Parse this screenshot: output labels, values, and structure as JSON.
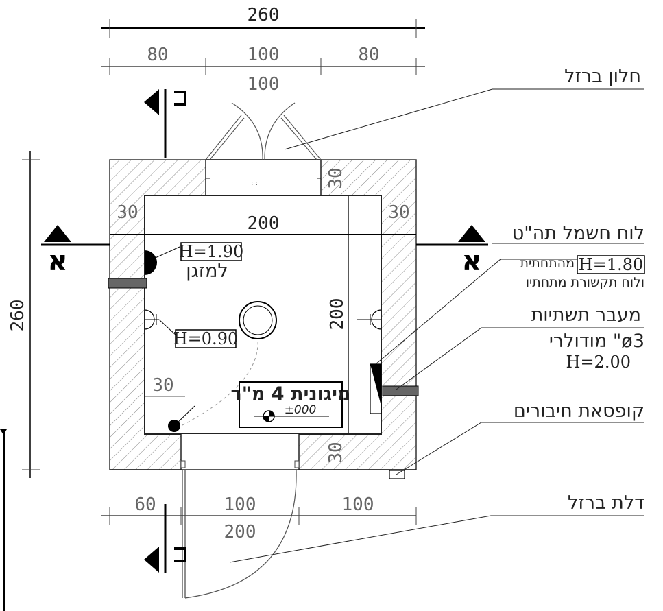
{
  "dimensions": {
    "top_overall": "260",
    "top_left": "80",
    "top_mid": "100",
    "top_right": "80",
    "window_width": "100",
    "left_overall": "260",
    "inner_width": "200",
    "inner_height": "200",
    "wall_top_right": "30",
    "wall_left": "30",
    "wall_right": "30",
    "wall_bottom_right": "30",
    "door_offset": "30",
    "bottom_left": "60",
    "bottom_mid": "100",
    "bottom_right": "100",
    "bottom_overall": "200"
  },
  "labels": {
    "iron_window": "חלון ברזל",
    "electric_panel": "לוח חשמל תה\"ט",
    "panel_bottom_prefix": "מהתחתית",
    "panel_height": "H=1.80",
    "panel_second_line": "ולוח תקשורת מתחתיו",
    "conduit_pass": "מעבר תשתיות",
    "modular": "מודולרי \"ø3",
    "conduit_height": "H=2.00",
    "junction_box": "קופסאת חיבורים",
    "iron_door": "דלת ברזל",
    "ac_height": "H=1.90",
    "ac_label": "למזגן",
    "outlet_height": "H=0.90",
    "area_label": "מיגונית 4 מ\"ר",
    "level": "±000",
    "section_mark": "א",
    "section_mark_b": "ב"
  }
}
